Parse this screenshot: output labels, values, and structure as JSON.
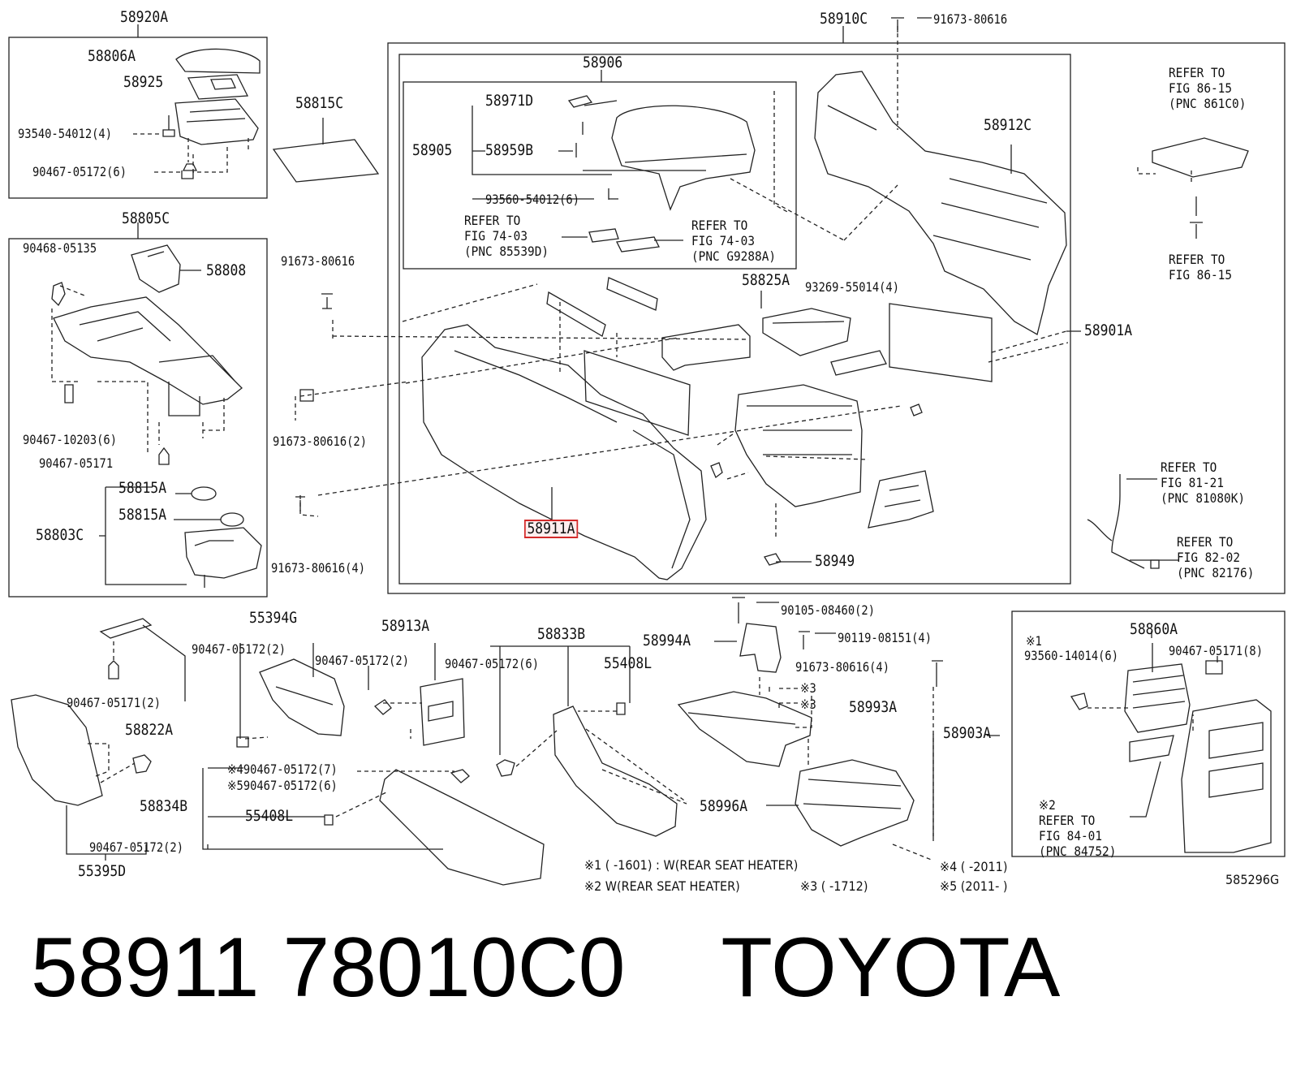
{
  "groups": {
    "g58920A": "58920A",
    "g58805C": "58805C",
    "g58910C": "58910C",
    "g58906": "58906",
    "g55394G": "55394G",
    "g58913A": "58913A",
    "g58833B": "58833B",
    "g58860A": "58860A"
  },
  "parts": {
    "p58806A": "58806A",
    "p58925": "58925",
    "f93540": "93540-54012(4)",
    "f90467_05172_6a": "90467-05172(6)",
    "p58815C": "58815C",
    "f90468": "90468-05135",
    "p58808": "58808",
    "f90467_10203": "90467-10203(6)",
    "f90467_05171": "90467-05171",
    "p58815A_1": "58815A",
    "p58815A_2": "58815A",
    "p58803C": "58803C",
    "f91673_top": "91673-80616",
    "p58971D": "58971D",
    "p58905": "58905",
    "p58959B": "58959B",
    "f93560_54012": "93560-54012(6)",
    "p58912C": "58912C",
    "f91673_mid": "91673-80616",
    "f93269": "93269-55014(4)",
    "p58825A": "58825A",
    "p58901A": "58901A",
    "f91673_2": "91673-80616(2)",
    "f91673_4": "91673-80616(4)",
    "p58911A": "58911A",
    "p58949": "58949",
    "f90467_05172_2a": "90467-05172(2)",
    "f90467_05171_2": "90467-05171(2)",
    "p58822A": "58822A",
    "f90467_05172_2b": "90467-05172(2)",
    "f90467_05172_6b": "90467-05172(6)",
    "p55408L_1": "55408L",
    "p58994A": "58994A",
    "f90105": "90105-08460(2)",
    "f90119": "90119-08151(4)",
    "f91673_4b": "91673-80616(4)",
    "m3a": "※3",
    "m3b": "※3",
    "p58993A": "58993A",
    "p58903A": "58903A",
    "m1_93560": "※1",
    "f93560_14014": "93560-14014(6)",
    "f90467_05171_8": "90467-05171(8)",
    "f_m4": "※490467-05172(7)",
    "f_m5": "※590467-05172(6)",
    "p58834B": "58834B",
    "p55408L_2": "55408L",
    "f90467_05172_2c": "90467-05172(2)",
    "p58996A": "58996A",
    "p55395D": "55395D"
  },
  "refs": {
    "r1": "REFER TO\nFIG 74-03\n(PNC 85539D)",
    "r2": "REFER TO\nFIG 74-03\n(PNC G9288A)",
    "r3": "REFER TO\nFIG 86-15\n(PNC 861C0)",
    "r4": "REFER TO\nFIG 86-15",
    "r5": "REFER TO\nFIG 81-21\n(PNC 81080K)",
    "r6": "REFER TO\nFIG 82-02\n(PNC 82176)",
    "r7": "※2\nREFER TO\nFIG 84-01\n(PNC 84752)"
  },
  "notes": {
    "n1": "※1 (      -1601) : W(REAR SEAT HEATER)",
    "n2": "※2  W(REAR SEAT HEATER)",
    "n3": "※3 (      -1712)",
    "n4": "※4 (       -2011)",
    "n5": "※5 (2011-      )",
    "figno": "585296G"
  },
  "caption": {
    "part_number": "58911 78010C0",
    "brand": "TOYOTA"
  },
  "highlight": {
    "part": "58911A",
    "color": "#d42a2a"
  }
}
